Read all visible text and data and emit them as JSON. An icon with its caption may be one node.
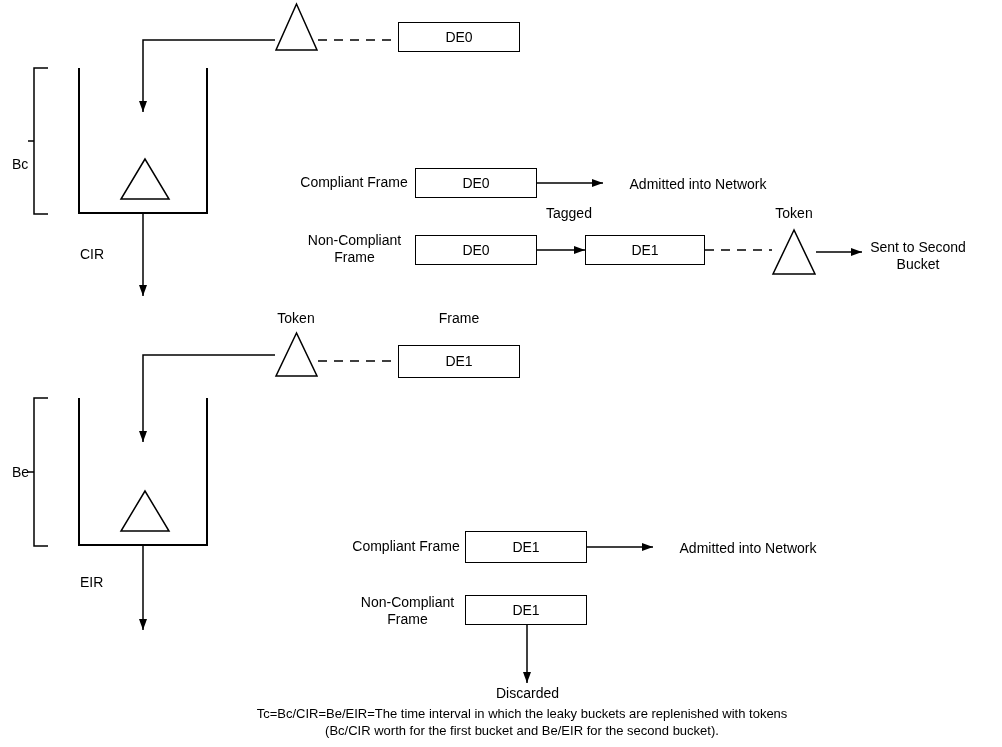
{
  "diagram": {
    "caption": "Tc=Bc/CIR=Be/EIR=The time interval in which the leaky buckets are replenished with tokens (Bc/CIR worth for the first bucket and Be/EIR for the second bucket).",
    "nodes": [
      {
        "text": [],
        "shape": "triangle"
      },
      {
        "text": [
          "DE0"
        ]
      },
      {
        "text": [],
        "shape": "bucket"
      },
      {
        "text": [],
        "shape": "triangle",
        "in": 2
      },
      {
        "text": [
          "DE0"
        ],
        "beside": [
          "Compliant Frame"
        ]
      },
      {
        "text": [
          "Admitted into Network"
        ]
      },
      {
        "text": [
          "DE0"
        ],
        "beside": [
          "Non-Compliant Frame"
        ]
      },
      {
        "text": [
          "DE1"
        ]
      },
      {
        "text": [],
        "shape": "triangle",
        "beside": [
          "Token"
        ]
      },
      {
        "text": [
          "Sent to Second Bucket"
        ]
      },
      {
        "text": [],
        "shape": "triangle",
        "beside": [
          "Token"
        ]
      },
      {
        "text": [
          "DE1"
        ],
        "beside": [
          "Frame"
        ]
      },
      {
        "text": [],
        "shape": "bucket"
      },
      {
        "text": [],
        "shape": "triangle",
        "in": 12
      },
      {
        "text": [
          "DE1"
        ],
        "beside": [
          "Compliant Frame"
        ]
      },
      {
        "text": [
          "Admitted into Network"
        ]
      },
      {
        "text": [
          "DE1"
        ],
        "beside": [
          "Non-Compliant Frame"
        ]
      },
      {
        "text": [
          "Discarded"
        ]
      }
    ],
    "edges": [
      {
        "from": 0,
        "to": 2,
        "arrow": "to"
      },
      {
        "from": 0,
        "to": 1,
        "arrow": "none",
        "style": "dashed"
      },
      {
        "from": 2,
        "to": null,
        "arrow": "to",
        "label": "CIR"
      },
      {
        "from": 4,
        "to": 5,
        "arrow": "to"
      },
      {
        "from": 6,
        "to": 7,
        "arrow": "to",
        "label": "Tagged"
      },
      {
        "from": 7,
        "to": 8,
        "arrow": "none",
        "style": "dashed"
      },
      {
        "from": 8,
        "to": 9,
        "arrow": "to"
      },
      {
        "from": 10,
        "to": 12,
        "arrow": "to"
      },
      {
        "from": 10,
        "to": 11,
        "arrow": "none",
        "style": "dashed"
      },
      {
        "from": 12,
        "to": null,
        "arrow": "to",
        "label": "EIR"
      },
      {
        "from": 14,
        "to": 15,
        "arrow": "to"
      },
      {
        "from": 16,
        "to": 17,
        "arrow": "to"
      }
    ],
    "labels": [
      "Bc",
      "Be"
    ]
  }
}
